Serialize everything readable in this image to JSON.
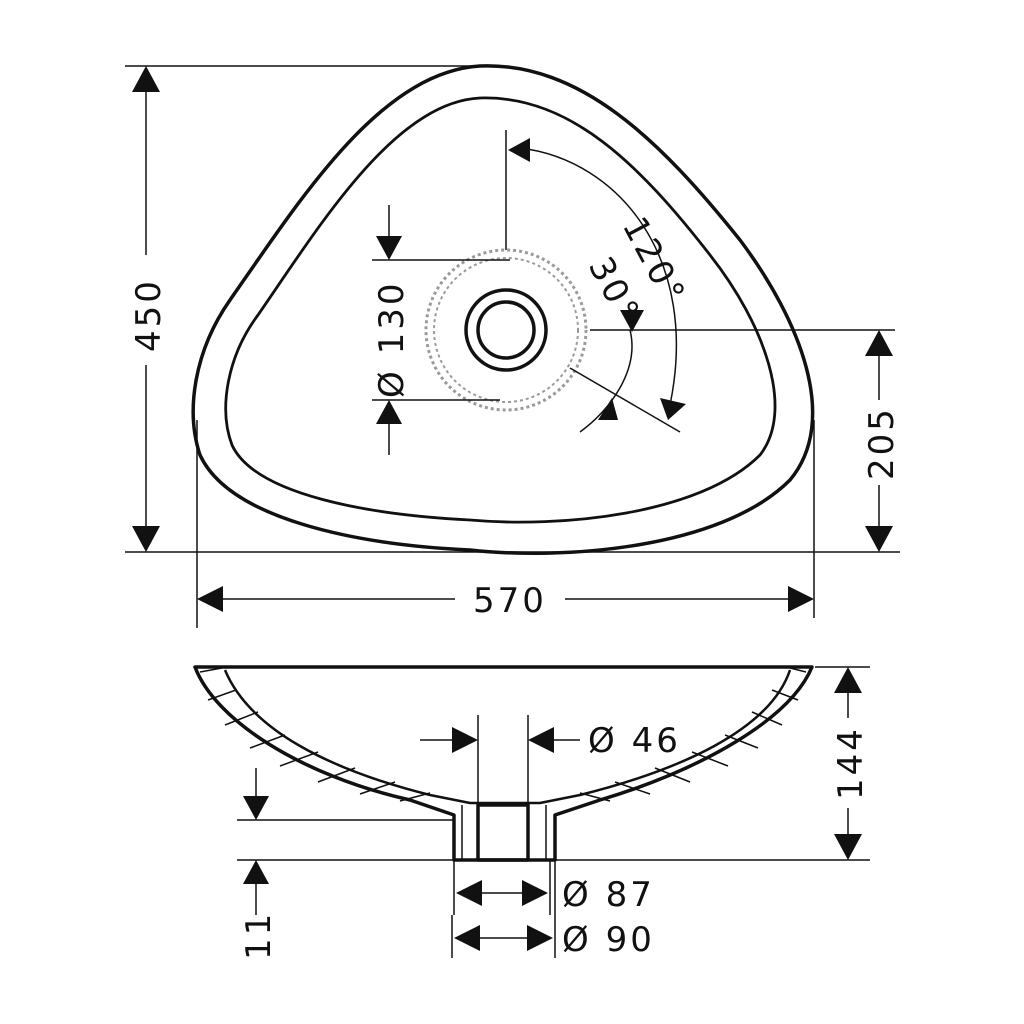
{
  "drawing": {
    "top_view": {
      "height_label": "450",
      "width_label": "570",
      "offset_label": "205",
      "hole_diameter_label": "Ø 130",
      "angle_large_label": "120°",
      "angle_small_label": "30°"
    },
    "side_view": {
      "depth_label": "144",
      "base_height_label": "11",
      "drain_inner_label": "Ø 46",
      "drain_outer_label": "Ø 87",
      "base_label": "Ø 90"
    },
    "colors": {
      "line": "#111111",
      "dotted_circle": "#9a9a9a"
    }
  }
}
